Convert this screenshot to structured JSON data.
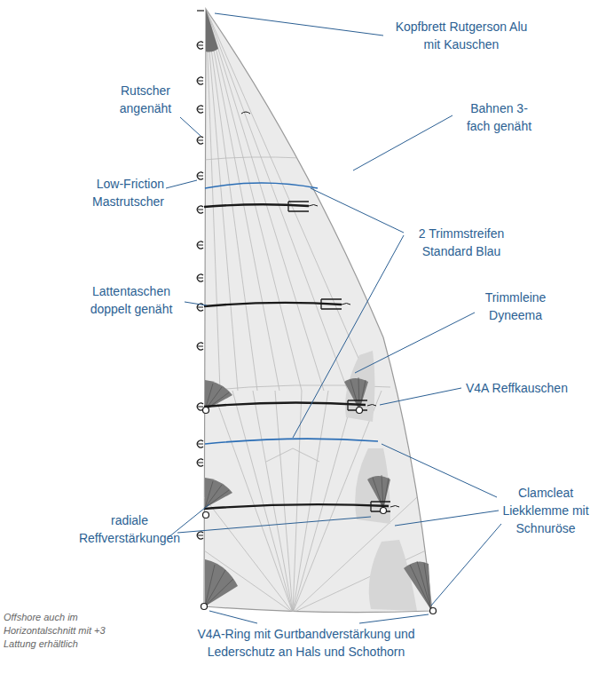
{
  "diagram": {
    "labels": [
      "Kopfbrett Rutgerson Alu mit Kauschen",
      "Rutscher angenäht",
      "Bahnen 3-fach genäht",
      "Low-Friction Mastrutscher",
      "2 Trimmstreifen Standard Blau",
      "Lattentaschen doppelt genäht",
      "Trimmleine Dyneema",
      "V4A Reffkauschen",
      "radiale Reffverstärkungen",
      "Clamcleat Liekklemme mit Schnuröse",
      "V4A-Ring mit Gurtbandverstärkung und Lederschutz an Hals und Schothorn",
      "Offshore auch im Horizontalschnitt mit +3 Lattung erhältlich"
    ]
  }
}
